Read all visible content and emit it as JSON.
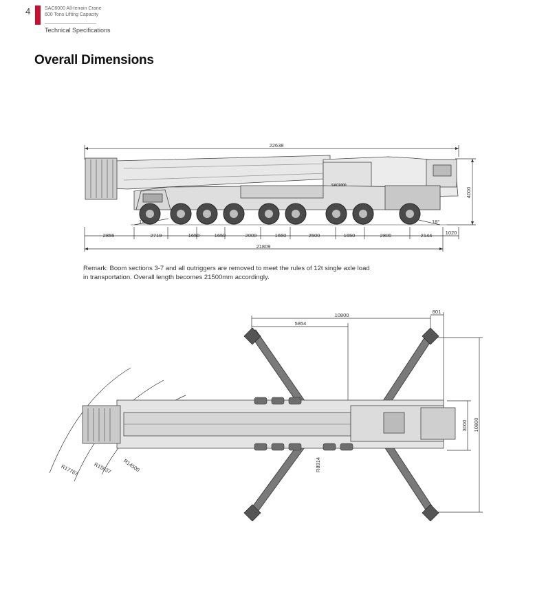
{
  "header": {
    "page_number": "4",
    "product_line1": "SAC6000 All-terrain Crane",
    "product_line2": "600 Tons Lifting Capacity",
    "section": "Technical Specifications"
  },
  "title": "Overall Dimensions",
  "side_view": {
    "overall_top": "22638",
    "height": "4000",
    "angle_front": "12°",
    "angle_rear": "18°",
    "segments": [
      "2855",
      "2719",
      "1650",
      "1650",
      "2000",
      "1650",
      "2500",
      "1650",
      "2800",
      "2144"
    ],
    "rear_overhang": "1020",
    "overall_bottom": "21809",
    "brand_label": "SAC6000"
  },
  "remark": "Remark: Boom sections 3-7 and all outriggers are removed to meet the rules of 12t single axle load in transportation. Overall length becomes 21500mm accordingly.",
  "top_view": {
    "outrigger_span": "10800",
    "rear_offset": "801",
    "half_length": "5854",
    "width_transport": "3000",
    "width_outrigger": "10800",
    "radius_tail": "R8914",
    "radius_1": "R17787",
    "radius_2": "R15937",
    "radius_3": "R14500"
  }
}
